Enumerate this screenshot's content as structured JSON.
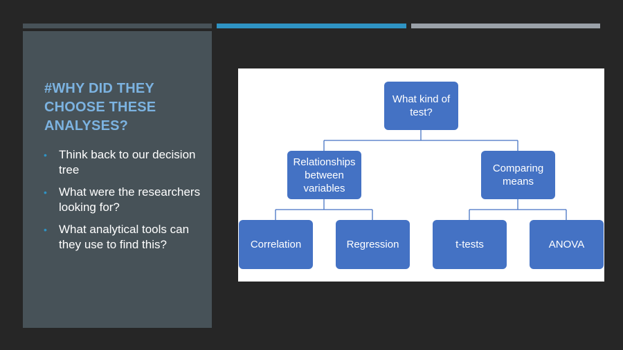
{
  "slide": {
    "heading": "#WHY DID THEY CHOOSE THESE ANALYSES?",
    "bullets": [
      "Think back to our decision tree",
      "What were the researchers looking for?",
      "What analytical tools can they use to find this?"
    ]
  },
  "diagram": {
    "root": "What kind of test?",
    "branches": [
      {
        "label": "Relationships between variables",
        "children": [
          "Correlation",
          "Regression"
        ]
      },
      {
        "label": "Comparing means",
        "children": [
          "t-tests",
          "ANOVA"
        ]
      }
    ]
  },
  "colors": {
    "background": "#262626",
    "panel": "#475258",
    "accent_blue": "#2f93c3",
    "accent_gray": "#9aa1a8",
    "heading": "#7cb3e1",
    "node_fill": "#4472c4",
    "connector": "#4472c4"
  }
}
